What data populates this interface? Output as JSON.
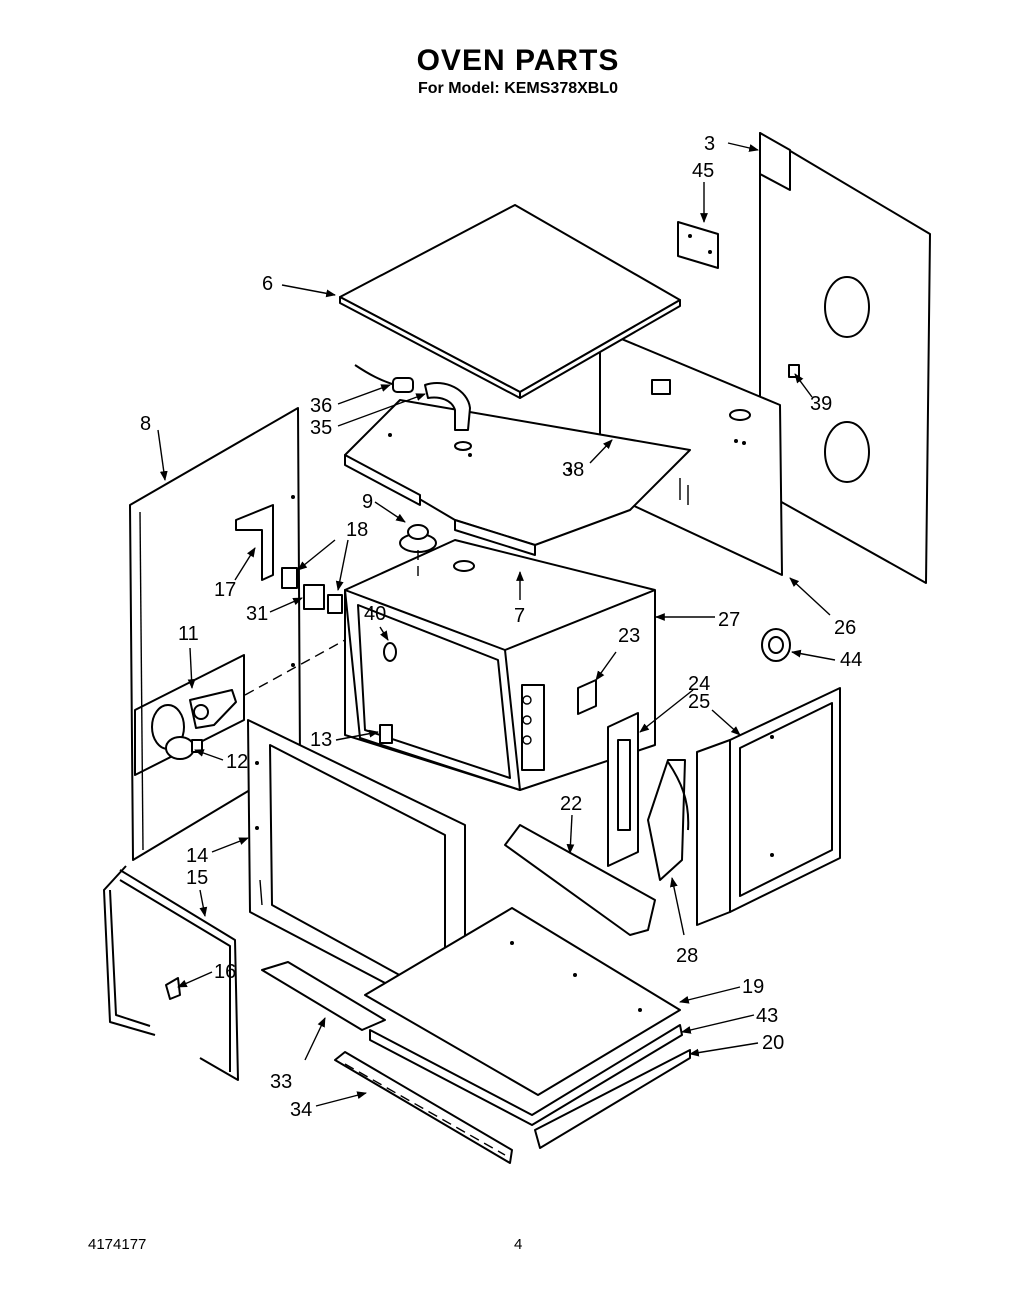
{
  "header": {
    "title": "OVEN PARTS",
    "subtitle": "For Model: KEMS378XBL0"
  },
  "footer": {
    "doc_number": "4174177",
    "page_number": "4"
  },
  "callouts": [
    "3",
    "45",
    "6",
    "36",
    "35",
    "39",
    "8",
    "38",
    "9",
    "18",
    "17",
    "31",
    "7",
    "27",
    "40",
    "23",
    "26",
    "44",
    "11",
    "24",
    "25",
    "13",
    "12",
    "22",
    "14",
    "15",
    "16",
    "28",
    "19",
    "43",
    "20",
    "33",
    "34"
  ]
}
